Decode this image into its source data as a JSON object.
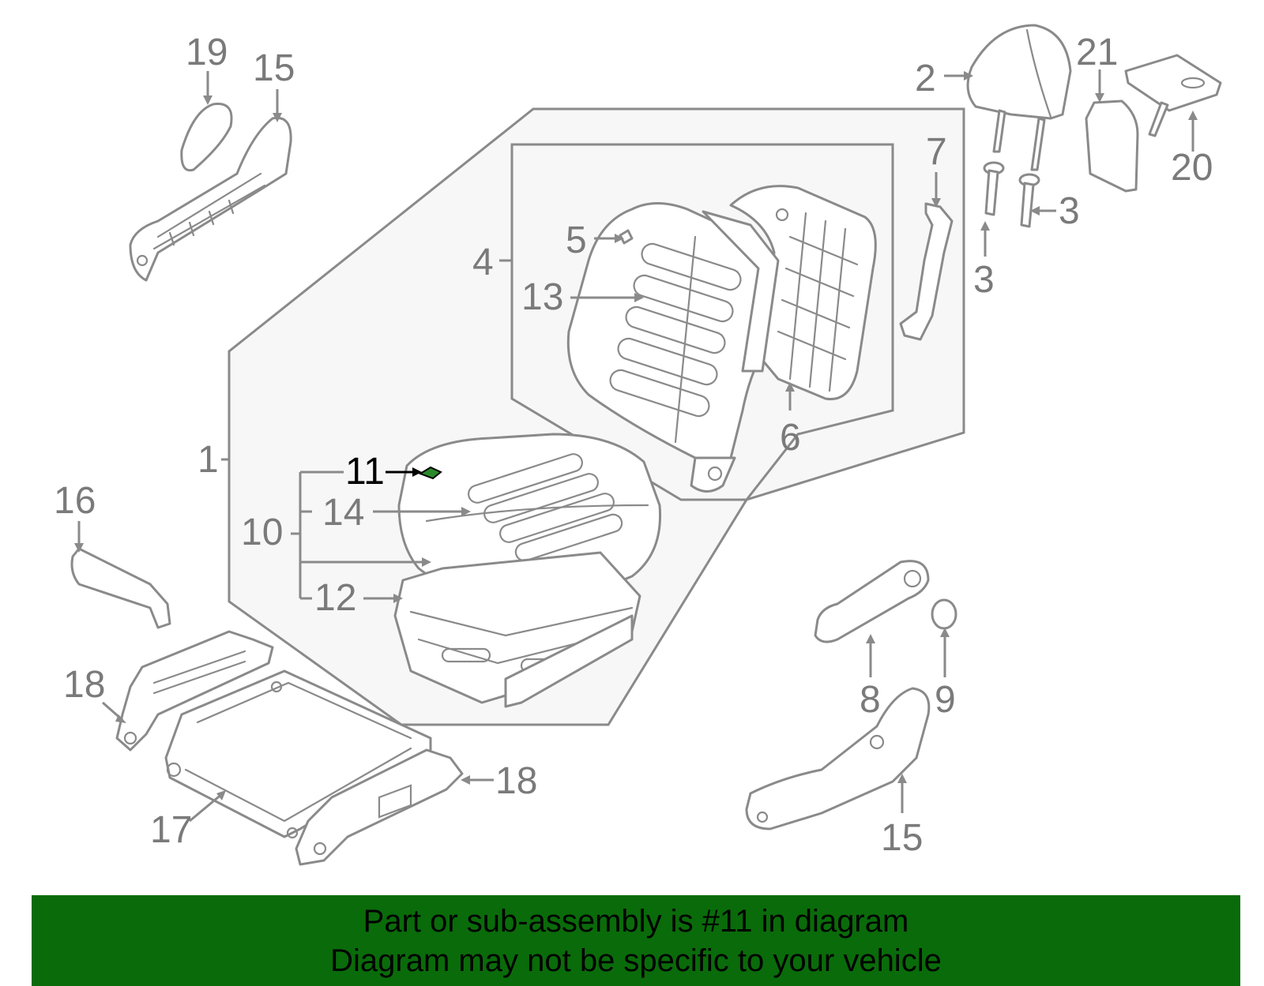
{
  "diagram": {
    "callouts": {
      "c1": "1",
      "c2": "2",
      "c3a": "3",
      "c3b": "3",
      "c4": "4",
      "c5": "5",
      "c6": "6",
      "c7": "7",
      "c8": "8",
      "c9": "9",
      "c10": "10",
      "c11": "11",
      "c12": "12",
      "c13": "13",
      "c14": "14",
      "c15a": "15",
      "c15b": "15",
      "c16": "16",
      "c17": "17",
      "c18a": "18",
      "c18b": "18",
      "c19": "19",
      "c20": "20",
      "c21": "21"
    },
    "highlight_part": "11",
    "colors": {
      "line": "#8a8a8a",
      "highlight_line": "#000000",
      "highlight_part": "#2a8a2a",
      "banner": "#0a6b0a"
    }
  },
  "banner": {
    "line1": "Part or sub-assembly is #11 in diagram",
    "line2": "Diagram may not be specific to your vehicle"
  }
}
